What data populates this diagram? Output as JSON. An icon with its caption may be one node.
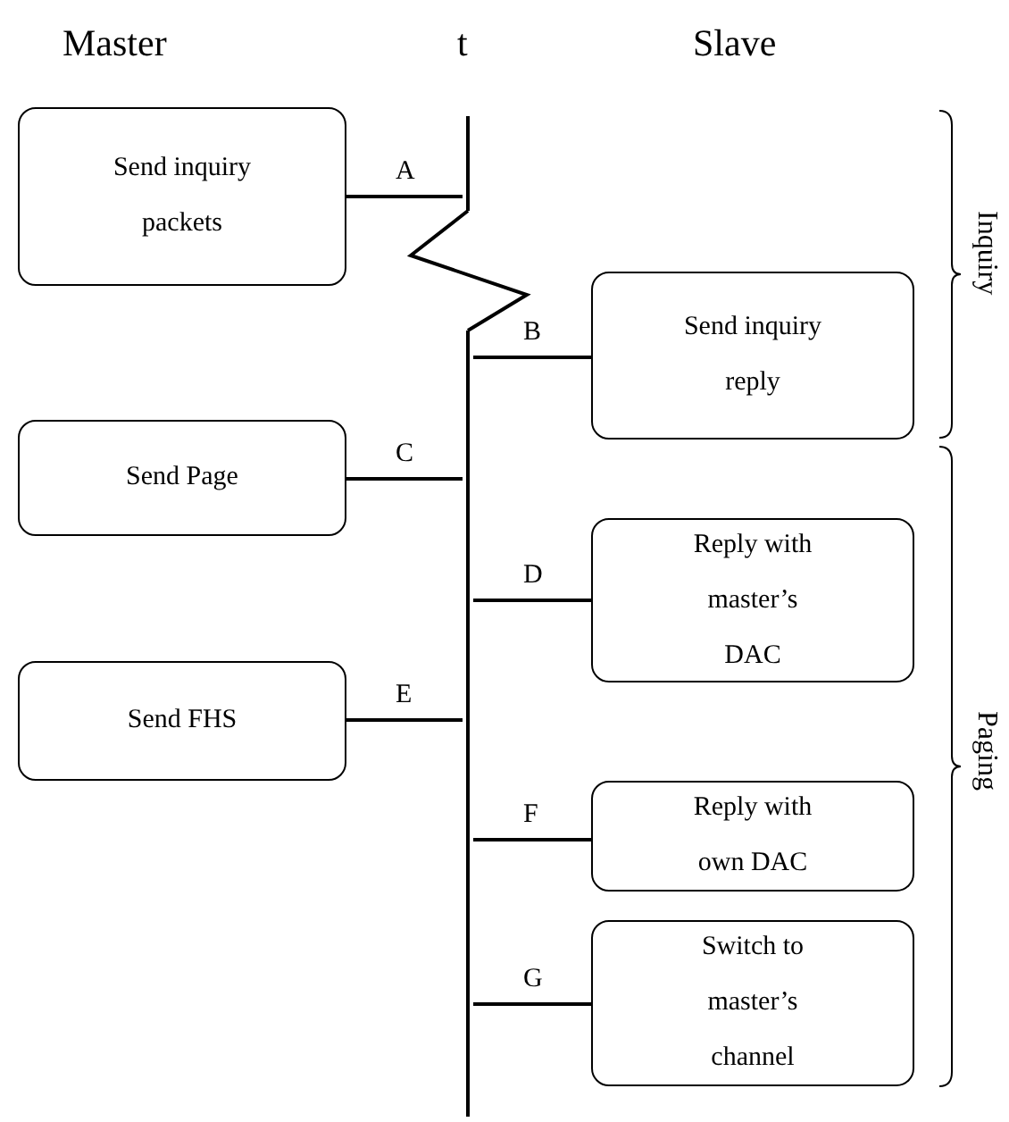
{
  "diagram": {
    "nodes": [
      {
        "text": [
          "Send inquiry packets"
        ]
      },
      {
        "text": [
          "Send inquiry reply"
        ]
      },
      {
        "text": [
          "Send Page"
        ]
      },
      {
        "text": [
          "Reply with master’s DAC"
        ]
      },
      {
        "text": [
          "Send FHS"
        ]
      },
      {
        "text": [
          "Reply with own DAC"
        ]
      },
      {
        "text": [
          "Switch to master’s channel"
        ]
      },
      {
        "text": [],
        "shape": "line"
      }
    ],
    "edges": [
      {
        "from": 0,
        "to": 7,
        "arrow": "none",
        "label": "A"
      },
      {
        "from": 1,
        "to": 7,
        "arrow": "none",
        "label": "B"
      },
      {
        "from": 2,
        "to": 7,
        "arrow": "none",
        "label": "C"
      },
      {
        "from": 3,
        "to": 7,
        "arrow": "none",
        "label": "D"
      },
      {
        "from": 4,
        "to": 7,
        "arrow": "none",
        "label": "E"
      },
      {
        "from": 5,
        "to": 7,
        "arrow": "none",
        "label": "F"
      },
      {
        "from": 6,
        "to": 7,
        "arrow": "none",
        "label": "G"
      }
    ],
    "labels": [
      "Master",
      "t",
      "Slave",
      "Inquiry",
      "Paging"
    ]
  }
}
